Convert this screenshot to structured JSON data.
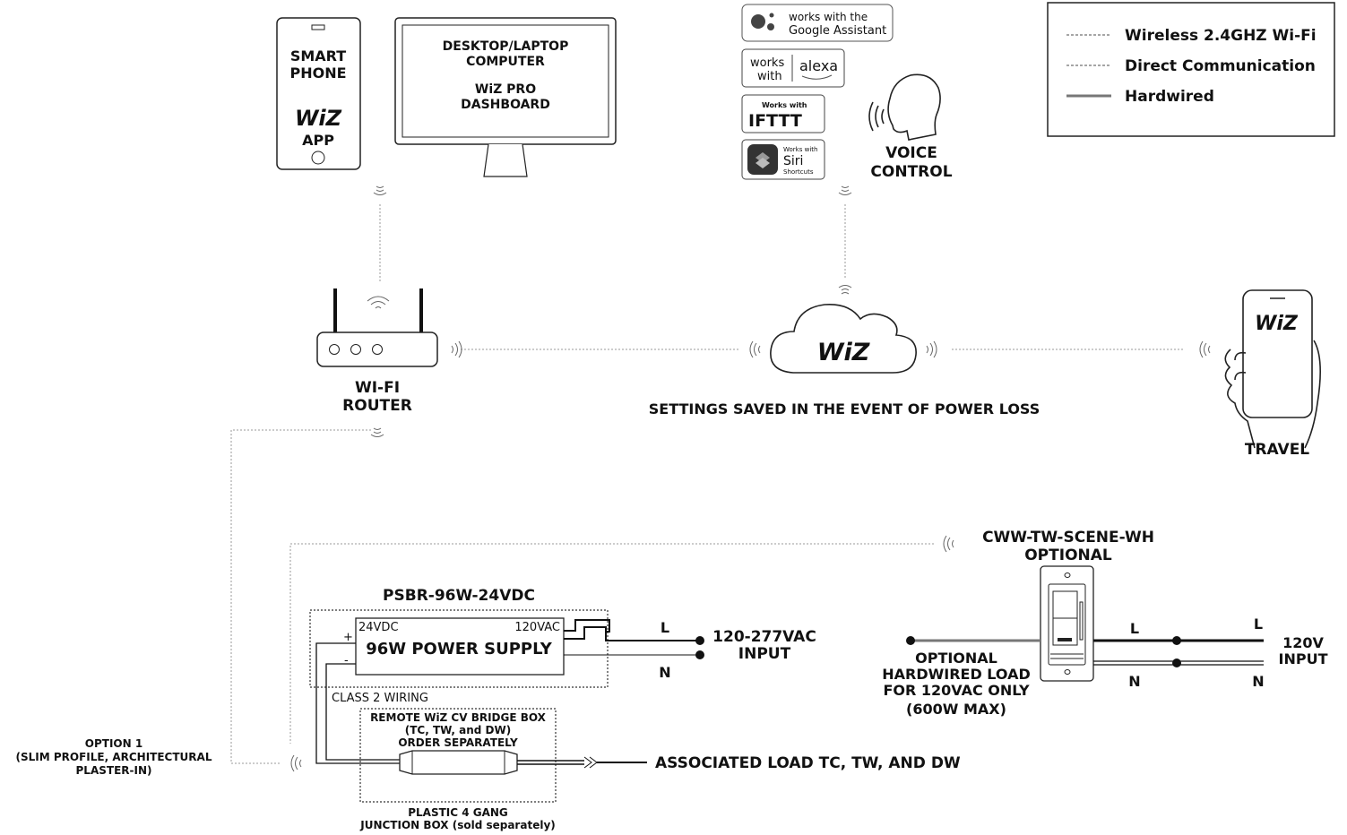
{
  "legend": {
    "wireless": "Wireless 2.4GHZ Wi-Fi",
    "direct": "Direct Communication",
    "hardwired": "Hardwired"
  },
  "devices": {
    "phone_line1": "SMART",
    "phone_line2": "PHONE",
    "phone_app": "APP",
    "desktop_line1": "DESKTOP/LAPTOP",
    "desktop_line2": "COMPUTER",
    "desktop_line3": "WiZ PRO",
    "desktop_line4": "DASHBOARD",
    "wiz_logo": "WiZ"
  },
  "voice": {
    "google_line1": "works with the",
    "google_line2": "Google Assistant",
    "alexa_works": "works",
    "alexa_with": "with",
    "alexa_name": "alexa",
    "ifttt_small": "Works with",
    "ifttt_name": "IFTTT",
    "siri_small": "Works with",
    "siri_name": "Siri",
    "siri_sub": "Shortcuts",
    "label_line1": "VOICE",
    "label_line2": "CONTROL"
  },
  "network": {
    "router_line1": "WI-FI",
    "router_line2": "ROUTER",
    "settings_note": "SETTINGS SAVED IN THE EVENT OF POWER LOSS",
    "travel": "TRAVEL"
  },
  "power": {
    "supply_model": "PSBR-96W-24VDC",
    "supply_name": "96W POWER SUPPLY",
    "dc_label": "24VDC",
    "ac_label": "120VAC",
    "plus": "+",
    "minus": "-",
    "l": "L",
    "n": "N",
    "input_line1": "120-277VAC",
    "input_line2": "INPUT",
    "class2": "CLASS 2 WIRING"
  },
  "bridge": {
    "line1": "REMOTE WiZ CV BRIDGE BOX",
    "line2": "(TC, TW, and DW)",
    "line3": "ORDER SEPARATELY",
    "load": "ASSOCIATED LOAD TC, TW, AND DW",
    "box_line1": "PLASTIC 4 GANG",
    "box_line2": "JUNCTION BOX (sold separately)"
  },
  "option1": {
    "line1": "OPTION 1",
    "line2": "(SLIM PROFILE, ARCHITECTURAL",
    "line3": "PLASTER-IN)"
  },
  "scene": {
    "model": "CWW-TW-SCENE-WH",
    "optional": "OPTIONAL",
    "load_line1": "OPTIONAL",
    "load_line2": "HARDWIRED LOAD",
    "load_line3": "FOR 120VAC ONLY",
    "load_line4": "(600W MAX)",
    "l": "L",
    "n": "N",
    "input_line1": "120V",
    "input_line2": "INPUT"
  },
  "colors": {
    "line": "#111111",
    "dotted": "#888888",
    "gray_wire": "#777777"
  }
}
